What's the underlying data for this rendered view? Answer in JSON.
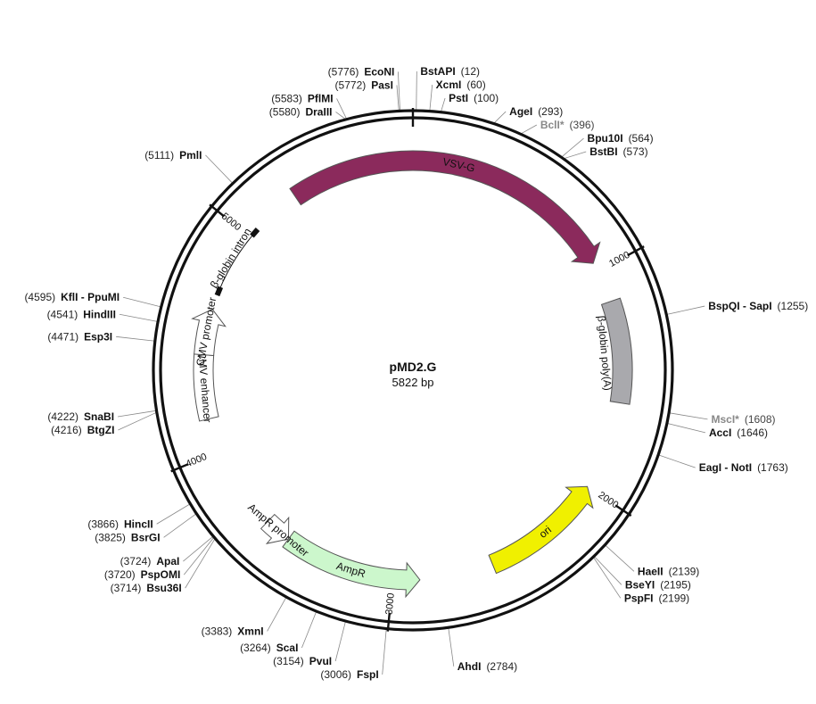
{
  "plasmid": {
    "name": "pMD2.G",
    "size": "5822 bp",
    "length": 5822
  },
  "colors": {
    "VSV-G": "#8b2a5c",
    "polyA": "#a9a9ad",
    "ori": "#f0f000",
    "AmpR": "#ccf7cc",
    "AmpR promoter": "#ffffff",
    "CMV": "#ffffff",
    "intron": "#111111",
    "backbone": "#111111"
  },
  "ticks": [
    {
      "pos": 0,
      "label": ""
    },
    {
      "pos": 1000,
      "label": "1000"
    },
    {
      "pos": 2000,
      "label": "2000"
    },
    {
      "pos": 3000,
      "label": "3000"
    },
    {
      "pos": 4000,
      "label": "4000"
    },
    {
      "pos": 5000,
      "label": "5000"
    }
  ],
  "features": [
    {
      "label": "VSV-G",
      "type": "arrow",
      "start": 5270,
      "end": 960,
      "direction": "cw"
    },
    {
      "label": "β-globin poly(A)",
      "type": "box",
      "start": 1145,
      "end": 1600
    },
    {
      "label": "ori",
      "type": "arrow",
      "start": 2550,
      "end": 2000,
      "direction": "ccw"
    },
    {
      "label": "AmpR",
      "type": "arrow",
      "start": 3500,
      "end": 2880,
      "direction": "ccw"
    },
    {
      "label": "AmpR promoter",
      "type": "arrow",
      "start": 3620,
      "end": 3500,
      "direction": "ccw"
    },
    {
      "label": "CMV enhancer",
      "type": "box",
      "start": 4150,
      "end": 4435
    },
    {
      "label": "CMV promoter",
      "type": "arrow",
      "start": 4435,
      "end": 4640,
      "direction": "cw"
    },
    {
      "label": "β-globin intron",
      "type": "intron",
      "start": 4725,
      "end": 5030
    }
  ],
  "sites": [
    {
      "name": "BstAPI",
      "pos": "12"
    },
    {
      "name": "XcmI",
      "pos": "60"
    },
    {
      "name": "PstI",
      "pos": "100"
    },
    {
      "name": "AgeI",
      "pos": "293"
    },
    {
      "name": "BclI*",
      "pos": "396"
    },
    {
      "name": "Bpu10I",
      "pos": "564"
    },
    {
      "name": "BstBI",
      "pos": "573"
    },
    {
      "name": "BspQI - SapI",
      "pos": "1255"
    },
    {
      "name": "MscI*",
      "pos": "1608"
    },
    {
      "name": "AccI",
      "pos": "1646"
    },
    {
      "name": "EagI - NotI",
      "pos": "1763"
    },
    {
      "name": "HaeII",
      "pos": "2139"
    },
    {
      "name": "BseYI",
      "pos": "2195"
    },
    {
      "name": "PspFI",
      "pos": "2199"
    },
    {
      "name": "AhdI",
      "pos": "2784"
    },
    {
      "name": "FspI",
      "pos": "3006"
    },
    {
      "name": "PvuI",
      "pos": "3154"
    },
    {
      "name": "ScaI",
      "pos": "3264"
    },
    {
      "name": "XmnI",
      "pos": "3383"
    },
    {
      "name": "Bsu36I",
      "pos": "3714"
    },
    {
      "name": "PspOMI",
      "pos": "3720"
    },
    {
      "name": "ApaI",
      "pos": "3724"
    },
    {
      "name": "BsrGI",
      "pos": "3825"
    },
    {
      "name": "HincII",
      "pos": "3866"
    },
    {
      "name": "BtgZI",
      "pos": "4216"
    },
    {
      "name": "SnaBI",
      "pos": "4222"
    },
    {
      "name": "Esp3I",
      "pos": "4471"
    },
    {
      "name": "HindIII",
      "pos": "4541"
    },
    {
      "name": "KflI - PpuMI",
      "pos": "4595"
    },
    {
      "name": "PmlI",
      "pos": "5111"
    },
    {
      "name": "DraIII",
      "pos": "5580"
    },
    {
      "name": "PflMI",
      "pos": "5583"
    },
    {
      "name": "PasI",
      "pos": "5772"
    },
    {
      "name": "EcoNI",
      "pos": "5776"
    }
  ]
}
